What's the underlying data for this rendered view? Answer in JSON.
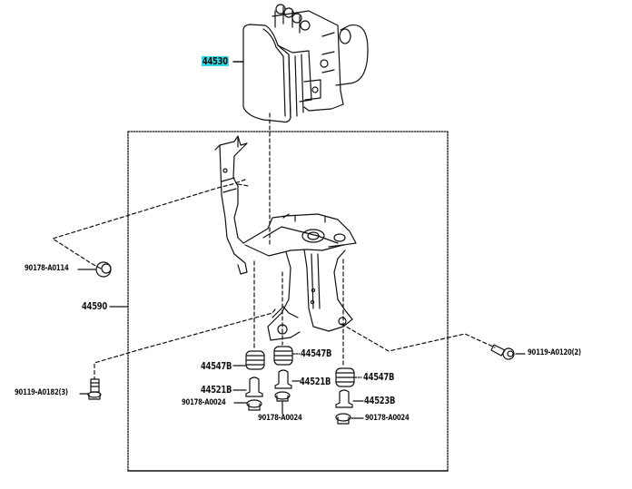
{
  "diagram": {
    "type": "exploded parts diagram",
    "subject": "ABS actuator and bracket assembly",
    "highlight_color": "#33d6e3",
    "line_color": "#111111"
  },
  "parts": {
    "actuator": {
      "number": "44530",
      "highlighted": true
    },
    "bracket": {
      "number": "44590"
    },
    "nut_upper": {
      "number": "90178-A0114"
    },
    "bolt_left": {
      "number": "90119-A0182(3)"
    },
    "bolt_right": {
      "number": "90119-A0120(2)"
    },
    "cushion_left": {
      "number": "44547B"
    },
    "cushion_center": {
      "number": "44547B"
    },
    "cushion_right": {
      "number": "44547B"
    },
    "collar_left": {
      "number": "44521B"
    },
    "collar_center": {
      "number": "44521B"
    },
    "collar_right": {
      "number": "44523B"
    },
    "nut_left": {
      "number": "90178-A0024"
    },
    "nut_center": {
      "number": "90178-A0024"
    },
    "nut_right": {
      "number": "90178-A0024"
    }
  }
}
